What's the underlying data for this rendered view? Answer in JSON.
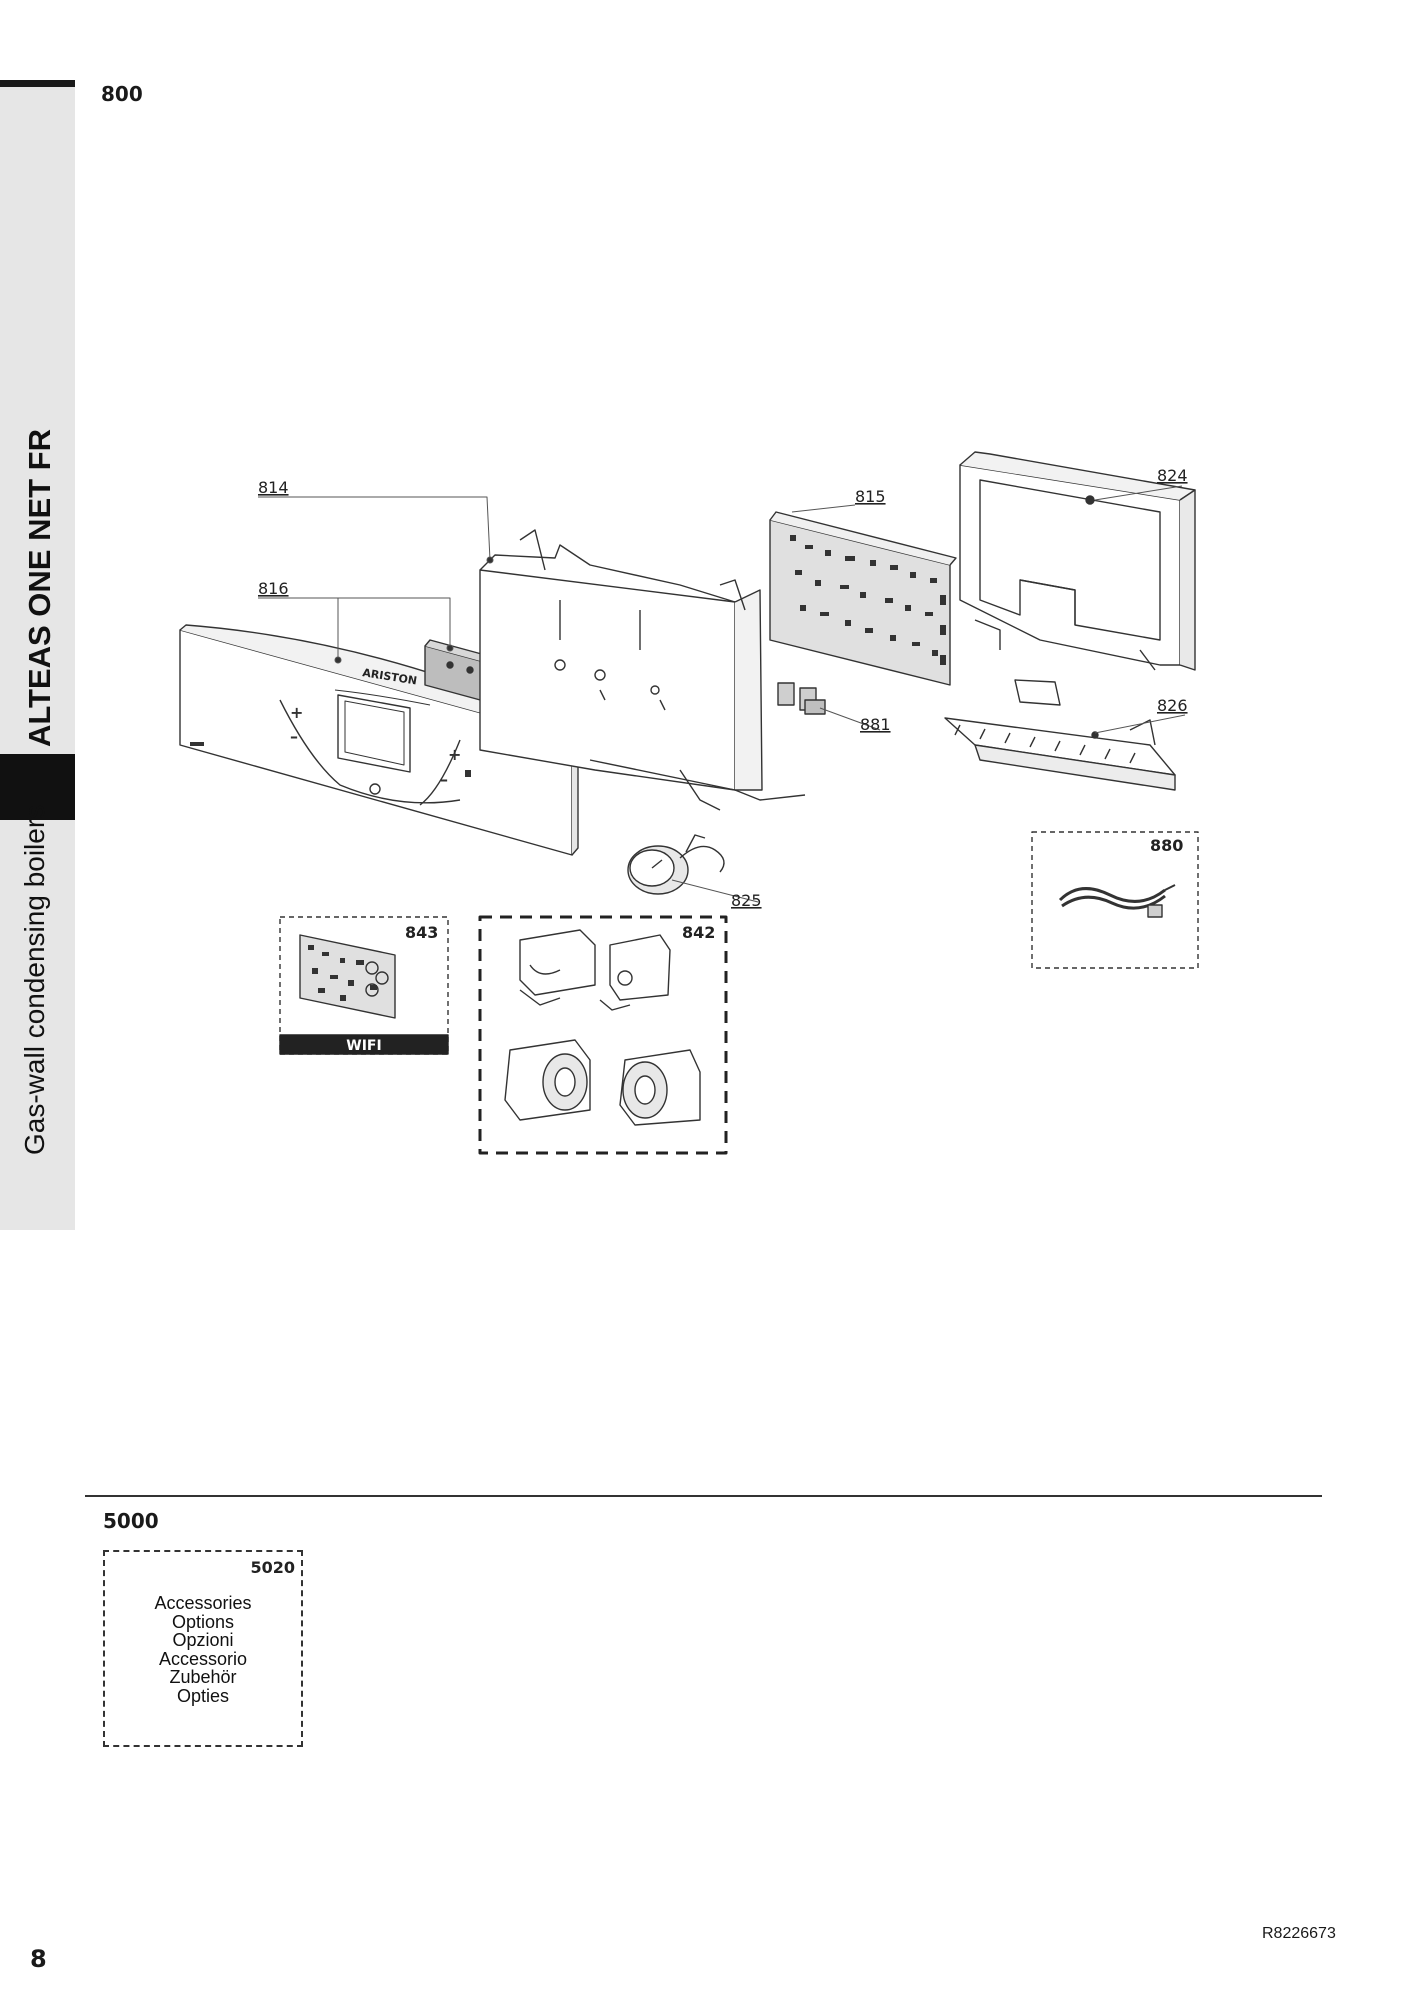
{
  "sidebar": {
    "model": "ALTEAS ONE NET FR",
    "category": "Gas-wall condensing boilers"
  },
  "section_main": {
    "code": "800"
  },
  "callouts": {
    "c814": "814",
    "c816": "816",
    "c815": "815",
    "c824": "824",
    "c826": "826",
    "c881": "881",
    "c825": "825"
  },
  "boxes": {
    "b843": {
      "code": "843",
      "label": "WIFI"
    },
    "b842": {
      "code": "842"
    },
    "b880": {
      "code": "880"
    }
  },
  "section_accessories": {
    "code": "5000",
    "box": {
      "code": "5020",
      "items": [
        "Accessories",
        "Options",
        "Opzioni",
        "Accessorio",
        "Zubehör",
        "Opties"
      ]
    }
  },
  "brand_on_panel": "ARISTON",
  "footer": {
    "page_number": "8",
    "doc_ref": "R8226673"
  }
}
